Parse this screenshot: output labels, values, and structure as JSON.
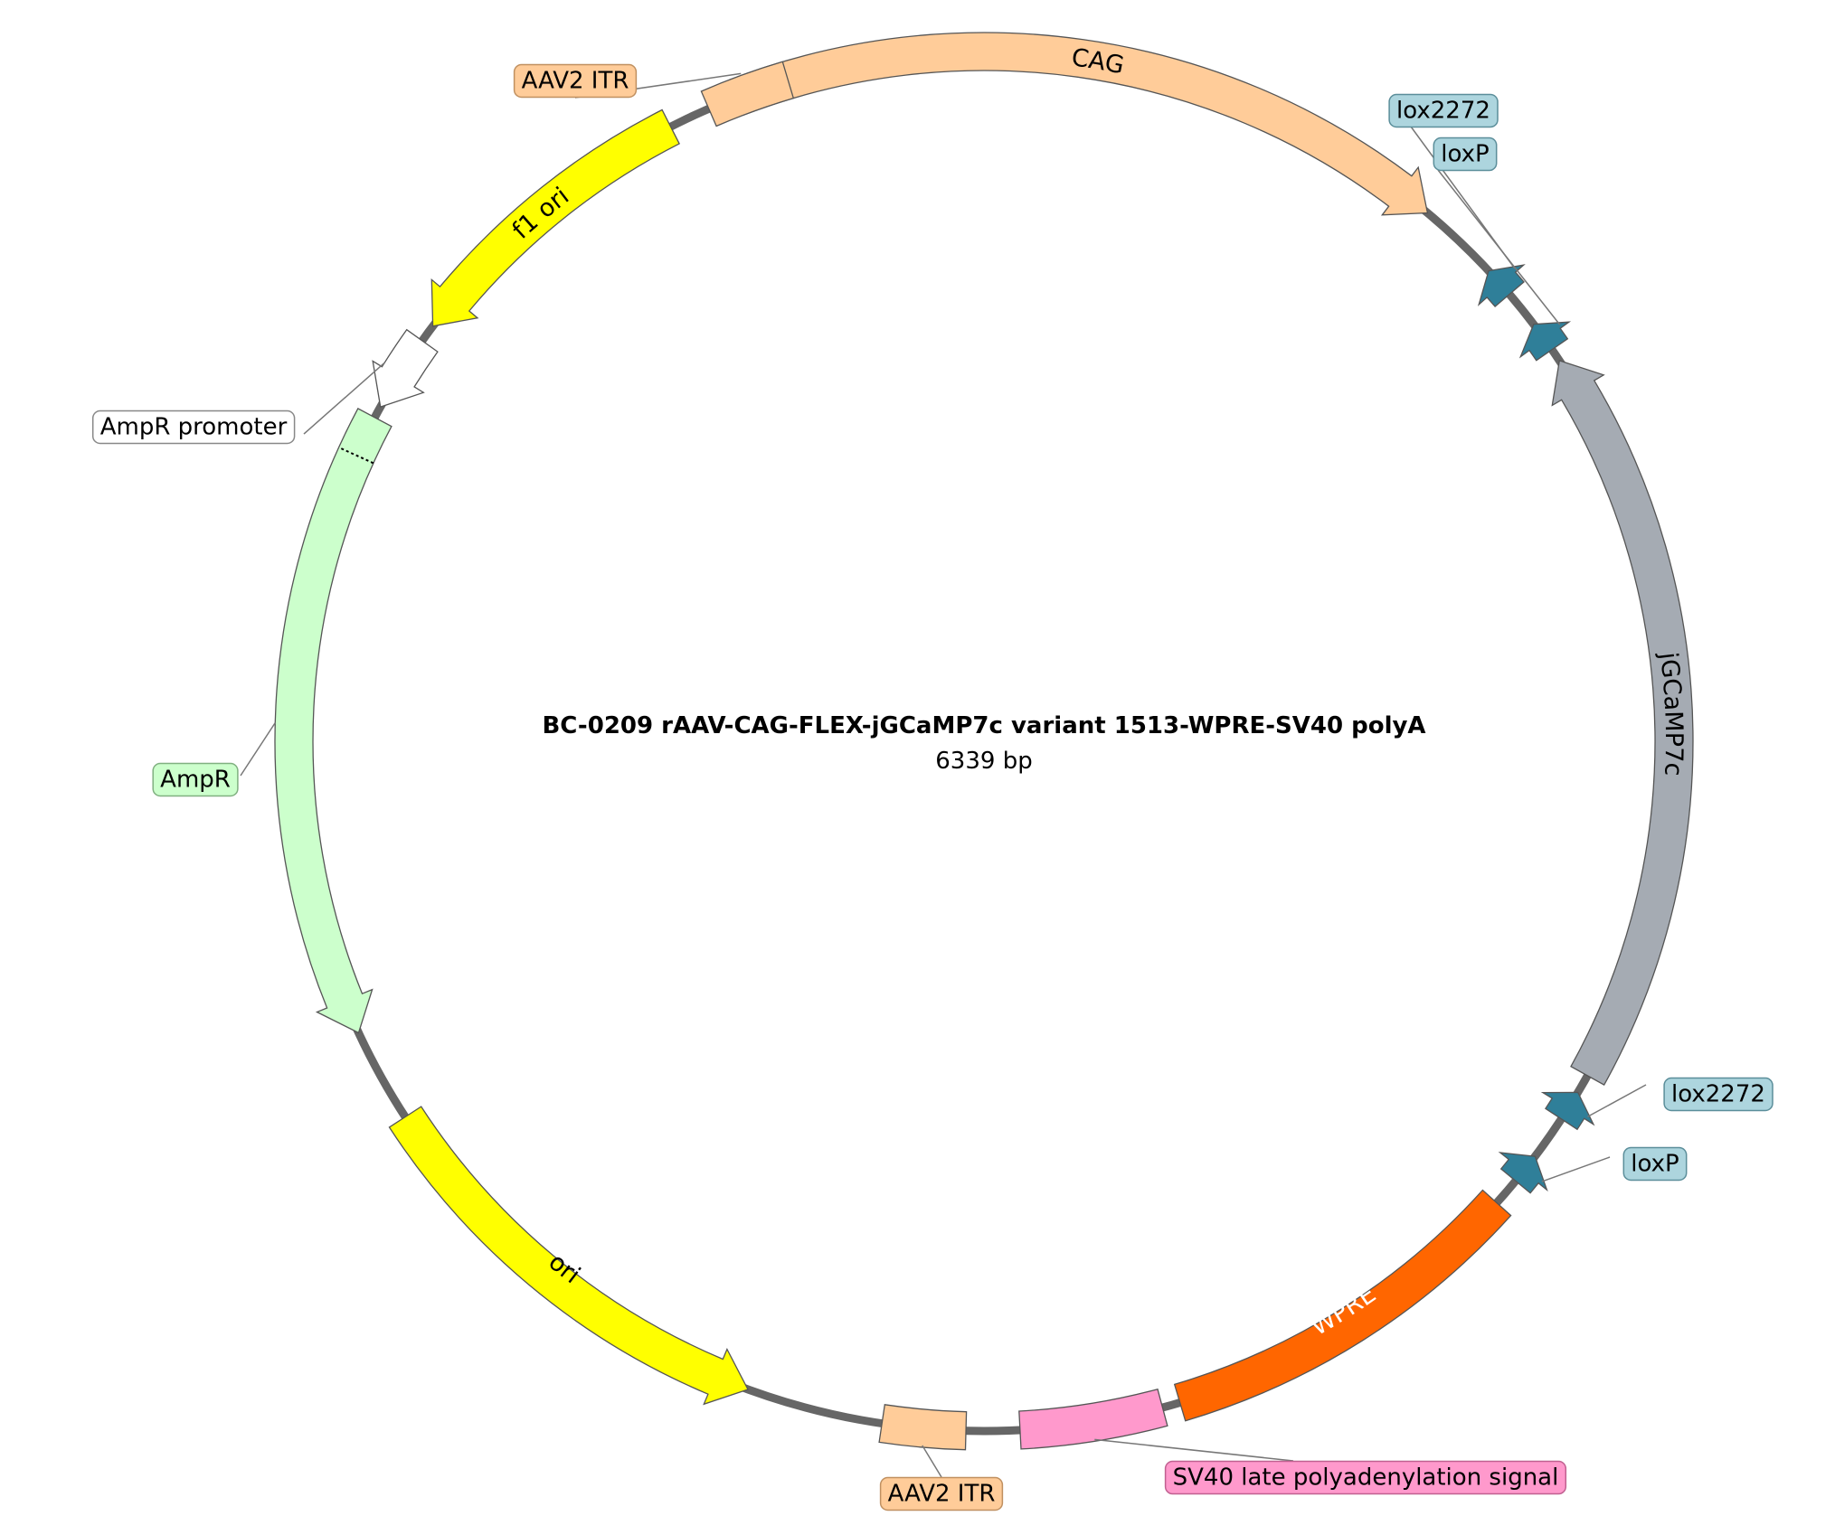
{
  "plasmid": {
    "title": "BC-0209 rAAV-CAG-FLEX-jGCaMP7c variant 1513-WPRE-SV40 polyA",
    "size_label": "6339 bp"
  },
  "features": [
    {
      "id": "cag",
      "label": "CAG",
      "start": -21,
      "end": 40,
      "direction": 1,
      "color": "#FFCC99",
      "label_mode": "arc",
      "label_color": "#000000"
    },
    {
      "id": "lox2272-top",
      "label": "lox2272",
      "start": 47,
      "end": 49.6,
      "direction": -1,
      "color": "#2F7F99",
      "label_mode": "callout",
      "label_fill": "#ADD5DE",
      "label_stroke": "#5B8E9A"
    },
    {
      "id": "loxp-top",
      "label": "loxP",
      "start": 52.8,
      "end": 55.4,
      "direction": -1,
      "color": "#2F7F99",
      "label_mode": "callout",
      "label_fill": "#ADD5DE",
      "label_stroke": "#5B8E9A"
    },
    {
      "id": "jgcamp7c",
      "label": "jGCaMP7c",
      "start": 56.5,
      "end": 119,
      "direction": -1,
      "color": "#A5ABB3",
      "label_mode": "arc",
      "label_color": "#000000"
    },
    {
      "id": "lox2272-bottom",
      "label": "lox2272",
      "start": 120.6,
      "end": 123.2,
      "direction": -1,
      "color": "#2F7F99",
      "label_mode": "callout",
      "label_fill": "#ADD5DE",
      "label_stroke": "#5B8E9A"
    },
    {
      "id": "loxp-bottom",
      "label": "loxP",
      "start": 127,
      "end": 129.6,
      "direction": -1,
      "color": "#2F7F99",
      "label_mode": "callout",
      "label_fill": "#ADD5DE",
      "label_stroke": "#5B8E9A"
    },
    {
      "id": "wpre",
      "label": "WPRE",
      "start": 132,
      "end": 163.5,
      "direction": 0,
      "color": "#FF6600",
      "label_mode": "arc",
      "label_color": "#FFFFFF"
    },
    {
      "id": "sv40-polya",
      "label": "SV40 late polyadenylation signal",
      "start": 165,
      "end": 177,
      "direction": 0,
      "color": "#FF99CC",
      "label_mode": "callout",
      "label_fill": "#FF99CC",
      "label_stroke": "#C06090"
    },
    {
      "id": "aav2-itr-bottom",
      "label": "AAV2 ITR",
      "start": 181.5,
      "end": 188.5,
      "direction": 0,
      "color": "#FFCC99",
      "label_mode": "callout",
      "label_fill": "#FFCC99",
      "label_stroke": "#C09060"
    },
    {
      "id": "ori",
      "label": "ori",
      "start": 200,
      "end": 237,
      "direction": -1,
      "color": "#FFFF00",
      "label_mode": "arc",
      "label_color": "#000000"
    },
    {
      "id": "ampr",
      "label": "AmpR",
      "start": 245,
      "end": 298,
      "direction": -1,
      "color": "#CCFFCC",
      "label_mode": "callout",
      "label_fill": "#CCFFCC",
      "label_stroke": "#80B080"
    },
    {
      "id": "ampr-promoter",
      "label": "AmpR promoter",
      "start": 299,
      "end": 305.5,
      "direction": -1,
      "color": "#FFFFFF",
      "label_mode": "callout",
      "label_fill": "#FFFFFF",
      "label_stroke": "#888888"
    },
    {
      "id": "f1-ori",
      "label": "f1 ori",
      "start": 307,
      "end": 333,
      "direction": -1,
      "color": "#FFFF00",
      "label_mode": "arc",
      "label_color": "#000000"
    },
    {
      "id": "aav2-itr-top",
      "label": "AAV2 ITR",
      "start": 336.5,
      "end": 343.5,
      "direction": 0,
      "color": "#FFCC99",
      "label_mode": "callout",
      "label_fill": "#FFCC99",
      "label_stroke": "#C09060"
    }
  ]
}
